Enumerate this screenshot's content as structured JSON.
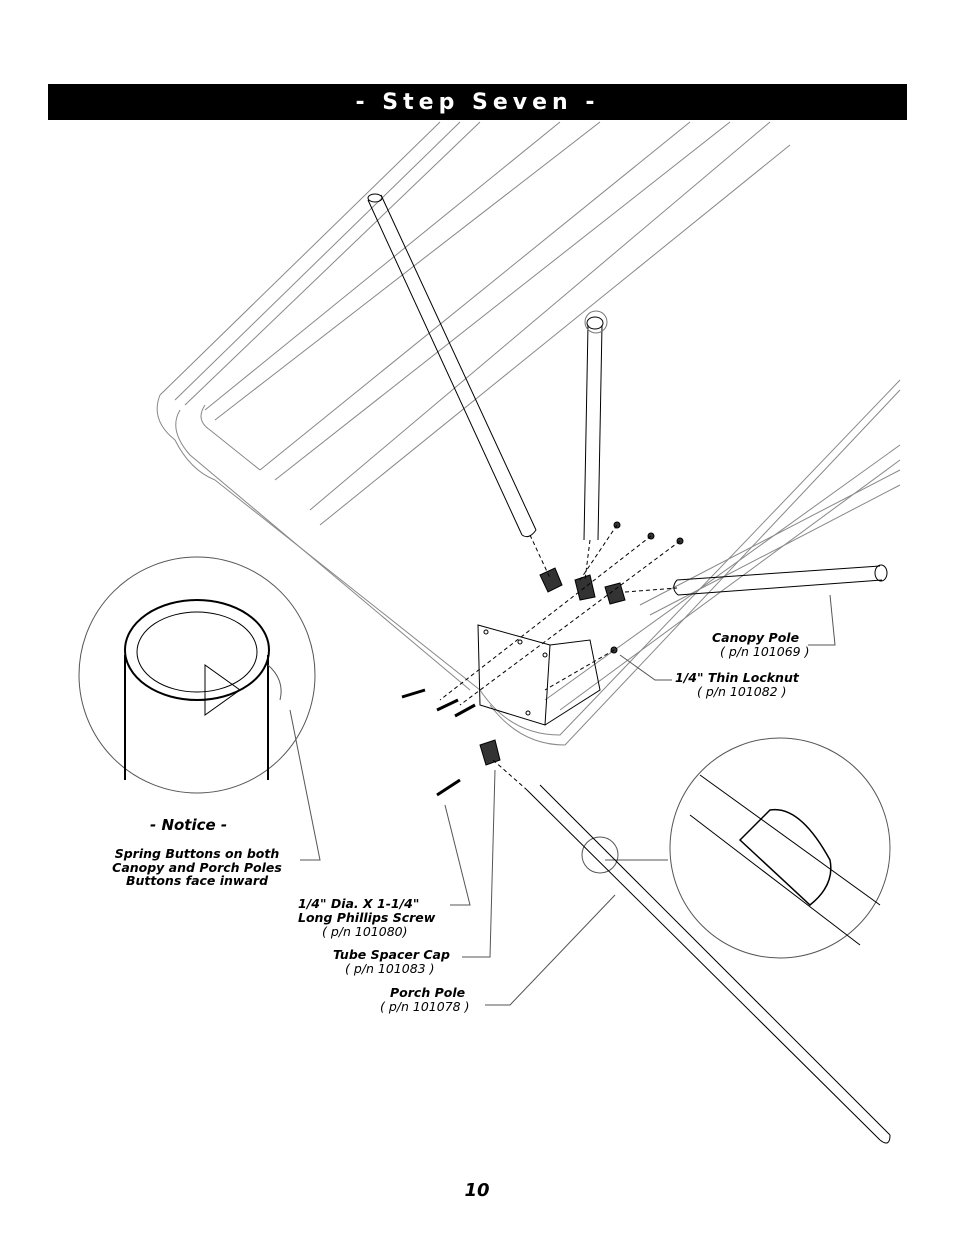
{
  "header": {
    "title": "- Step Seven -"
  },
  "labels": {
    "canopy_pole": {
      "name": "Canopy Pole",
      "pn": "( p/n 101069 )"
    },
    "locknut": {
      "name": "1/4\" Thin Locknut",
      "pn": "( p/n 101082 )"
    },
    "screw": {
      "name_line1": "1/4\" Dia. X 1-1/4\"",
      "name_line2": "Long Phillips Screw",
      "pn": "( p/n 101080)"
    },
    "spacer_cap": {
      "name": "Tube Spacer Cap",
      "pn": "( p/n 101083 )"
    },
    "porch_pole": {
      "name": "Porch Pole",
      "pn": "( p/n 101078 )"
    }
  },
  "notice": {
    "title": "- Notice -",
    "line1": "Spring Buttons on both",
    "line2": "Canopy and Porch Poles",
    "line3": "Buttons face inward"
  },
  "page_number": "10"
}
